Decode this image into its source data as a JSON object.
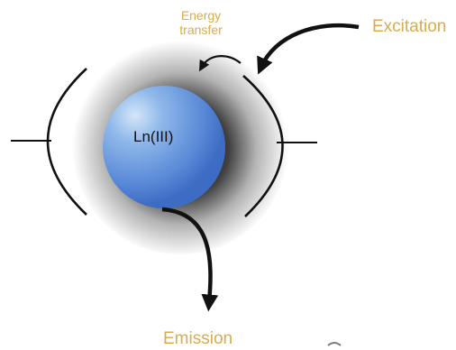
{
  "labels": {
    "energy_transfer": [
      "Energy",
      "transfer"
    ],
    "excitation": "Excitation",
    "emission": "Emission",
    "ion": "Ln(III)"
  },
  "colors": {
    "label": "#d9ad4a",
    "sphere_light": "#bcd6f3",
    "sphere_mid": "#6e9de0",
    "sphere_dark": "#3d6cc4",
    "stroke": "#111111",
    "ion_text": "#111111"
  }
}
